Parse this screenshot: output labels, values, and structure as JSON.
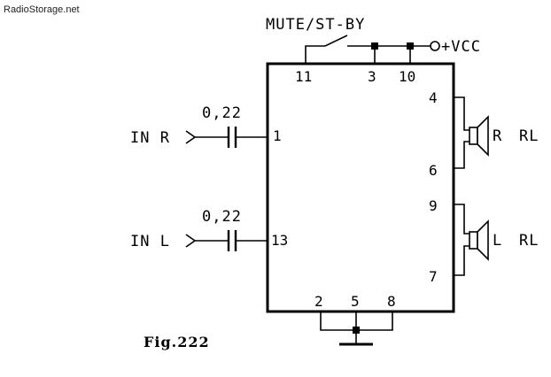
{
  "watermark": "RadioStorage.net",
  "figure_label": "Fig.222",
  "labels": {
    "mute": "MUTE/ST-BY",
    "vcc": "+VCC",
    "in_r": "IN R",
    "in_l": "IN L",
    "cap_r": "0,22",
    "cap_l": "0,22",
    "spk_r_letter": "R",
    "spk_l_letter": "L",
    "rl_r": "RL",
    "rl_l": "RL"
  },
  "pins": {
    "p11": "11",
    "p3": "3",
    "p10": "10",
    "p4": "4",
    "p6": "6",
    "p9": "9",
    "p7": "7",
    "p1": "1",
    "p13": "13",
    "p2": "2",
    "p5": "5",
    "p8": "8"
  }
}
